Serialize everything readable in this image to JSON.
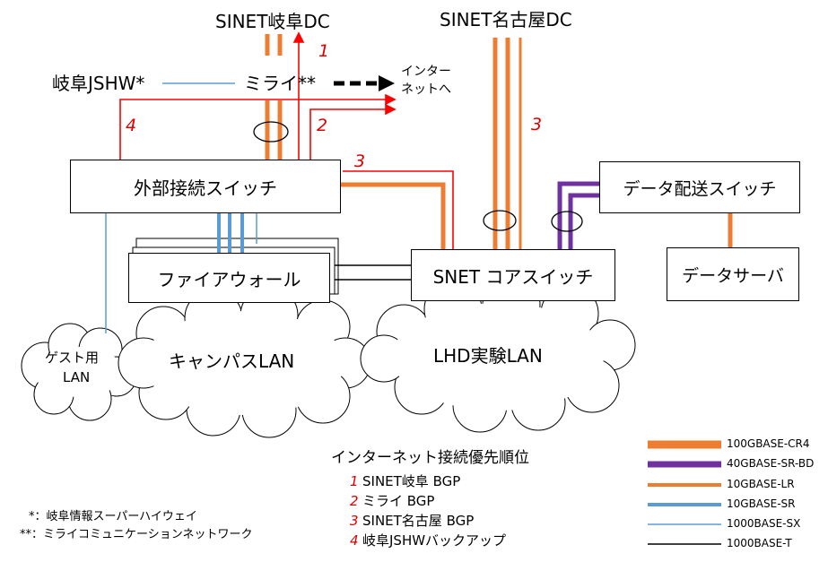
{
  "nodes": {
    "sinet_gifu_dc": "SINET岐阜DC",
    "sinet_nagoya_dc": "SINET名古屋DC",
    "gifu_jshw": "岐阜JSHW*",
    "mirai": "ミライ**",
    "internet_line1": "インター",
    "internet_line2": "ネットへ",
    "external_switch": "外部接続スイッチ",
    "firewall": "ファイアウォール",
    "snet_core_switch": "SNET コアスイッチ",
    "data_delivery_switch": "データ配送スイッチ",
    "data_server": "データサーバ",
    "guest_lan_line1": "ゲスト用",
    "guest_lan_line2": "LAN",
    "campus_lan": "キャンパスLAN",
    "lhd_lan": "LHD実験LAN"
  },
  "path_markers": [
    "1",
    "2",
    "3",
    "4"
  ],
  "priority": {
    "title": "インターネット接続優先順位",
    "items": [
      {
        "num": "1",
        "text": "SINET岐阜 BGP"
      },
      {
        "num": "2",
        "text": "ミライ BGP"
      },
      {
        "num": "3",
        "text": "SINET名古屋 BGP"
      },
      {
        "num": "4",
        "text": "岐阜JSHWバックアップ"
      }
    ]
  },
  "footnotes": [
    "*：岐阜情報スーパーハイウェイ",
    "**：ミライコミュニケーションネットワーク"
  ],
  "legend": [
    {
      "label": "100GBASE-CR4",
      "color": "#ed7d31",
      "kind": "double"
    },
    {
      "label": "40GBASE-SR-BD",
      "color": "#7030a0",
      "kind": "thick"
    },
    {
      "label": "10GBASE-LR",
      "color": "#ed7d31",
      "kind": "medium"
    },
    {
      "label": "10GBASE-SR",
      "color": "#5b9bd5",
      "kind": "medium"
    },
    {
      "label": "1000BASE-SX",
      "color": "#5b9bd5",
      "kind": "thin"
    },
    {
      "label": "1000BASE-T",
      "color": "#000000",
      "kind": "thin"
    }
  ],
  "colors": {
    "orange": "#ed7d31",
    "purple": "#7030a0",
    "blue": "#5b9bd5",
    "red": "#ff0000",
    "black": "#000000"
  }
}
